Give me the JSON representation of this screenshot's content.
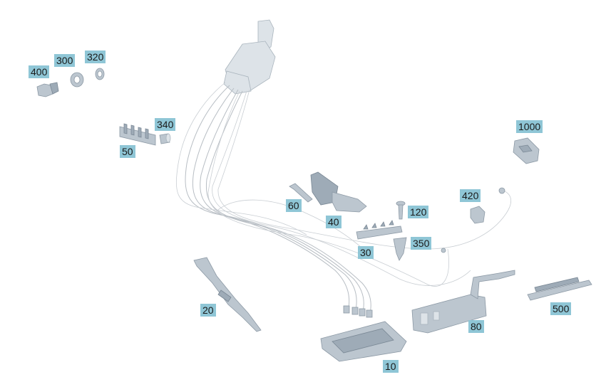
{
  "callouts": {
    "c400": "400",
    "c300": "300",
    "c320": "320",
    "c340": "340",
    "c50": "50",
    "c1000": "1000",
    "c420": "420",
    "c60": "60",
    "c40": "40",
    "c120": "120",
    "c30": "30",
    "c350": "350",
    "c20": "20",
    "c80": "80",
    "c500": "500",
    "c10": "10"
  },
  "colors": {
    "callout_bg": "#8fc6d6",
    "part_fill": "#bcc6cf",
    "wire": "#b8bec4"
  }
}
